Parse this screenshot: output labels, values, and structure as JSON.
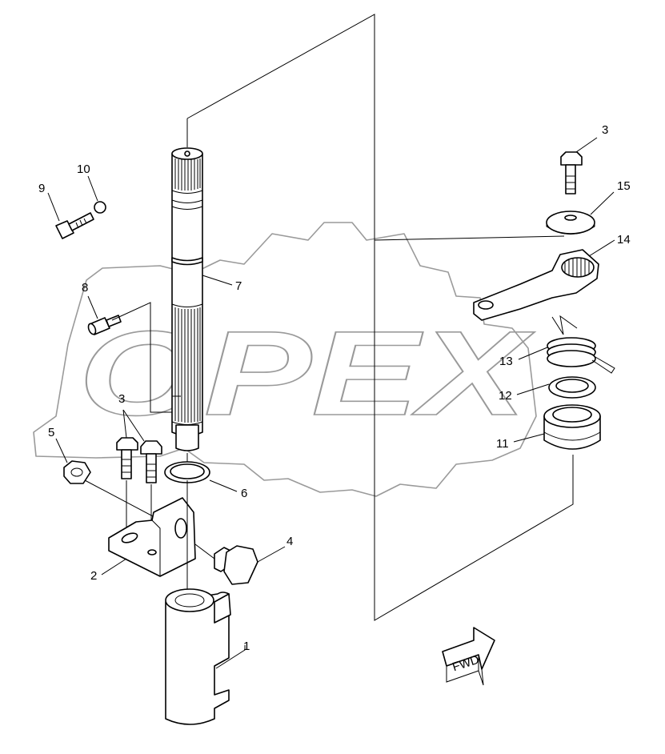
{
  "watermark": {
    "text": "OPEX",
    "color": "#9a9a9a"
  },
  "callouts": {
    "c1": "1",
    "c2": "2",
    "c3a": "3",
    "c3b": "3",
    "c4": "4",
    "c5": "5",
    "c6": "6",
    "c7": "7",
    "c8": "8",
    "c9": "9",
    "c10": "10",
    "c11": "11",
    "c12": "12",
    "c13": "13",
    "c14": "14",
    "c15": "15"
  },
  "direction_arrow": {
    "label": "FWD"
  }
}
